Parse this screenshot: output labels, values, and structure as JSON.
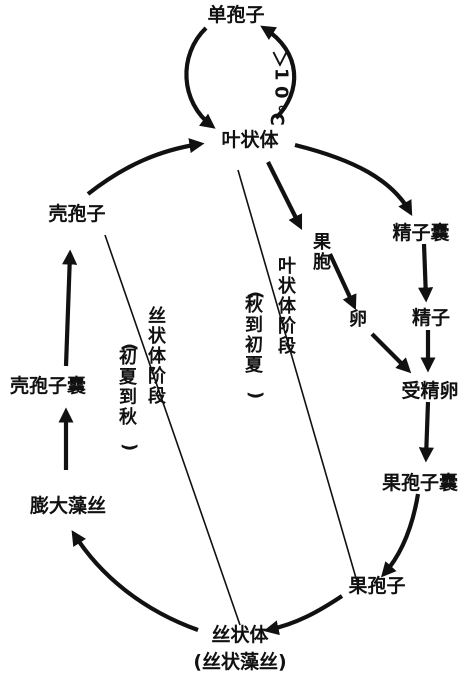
{
  "nodes": {
    "monospore": "单孢子",
    "leafy_thallus": "叶状体",
    "conchospore": "壳孢子",
    "spermatangium": "精子囊",
    "carpogonium": "果胞",
    "egg": "卵",
    "spermatium": "精子",
    "zygote": "受精卵",
    "conchosporangium": "壳孢子囊",
    "carposporangium": "果孢子囊",
    "swollen_filament": "膨大藻丝",
    "carpospore": "果孢子",
    "conchocelis": "丝状体",
    "conchocelis_note": "(丝状藻丝)"
  },
  "conditions": {
    "temperature": "＞10℃"
  },
  "phases": {
    "filament_phase": "丝状体阶段",
    "filament_period": "(初夏到秋)",
    "leafy_phase": "叶状体阶段",
    "leafy_period": "(秋到初夏)"
  },
  "colors": {
    "ink": "#111111",
    "background": "#ffffff"
  }
}
